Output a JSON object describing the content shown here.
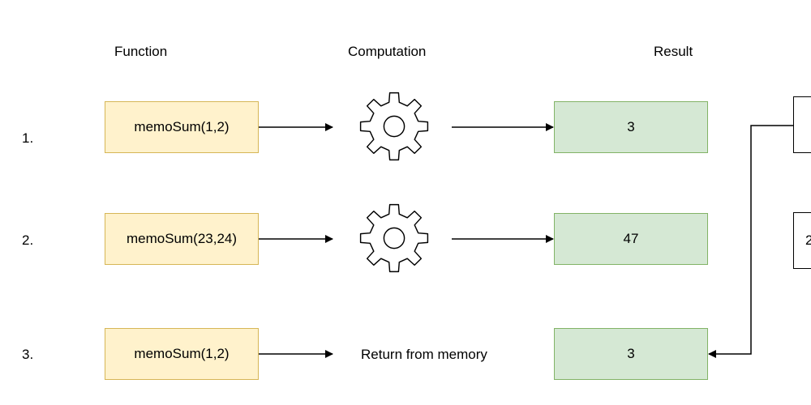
{
  "headers": {
    "function": "Function",
    "computation": "Computation",
    "result": "Result"
  },
  "rows": [
    {
      "index": "1.",
      "call": "memoSum(1,2)",
      "computation": "gear-icon",
      "result": "3"
    },
    {
      "index": "2.",
      "call": "memoSum(23,24)",
      "computation": "gear-icon",
      "result": "47"
    },
    {
      "index": "3.",
      "call": "memoSum(1,2)",
      "computation_text": "Return from memory",
      "result": "3"
    }
  ],
  "memory": {
    "entry_2_text": "2"
  },
  "colors": {
    "function_fill": "#fff2cc",
    "function_stroke": "#d6b656",
    "result_fill": "#d5e8d4",
    "result_stroke": "#82b366"
  }
}
